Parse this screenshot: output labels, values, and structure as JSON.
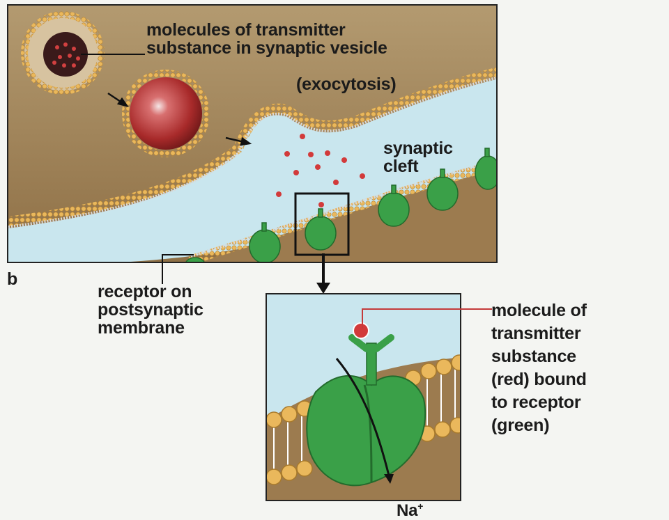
{
  "panel_letter": "b",
  "labels": {
    "vesicle_content": "molecules of transmitter\nsubstance in synaptic vesicle",
    "exocytosis": "(exocytosis)",
    "synaptic_cleft": "synaptic\ncleft",
    "receptor": "receptor on\npostsynaptic\nmembrane",
    "bound_molecule": "molecule of\ntransmitter\nsubstance\n(red) bound\nto receptor\n(green)",
    "ion": "Na"
  },
  "colors": {
    "cytoplasm": "#a98c63",
    "cleft": "#c9e6ee",
    "membrane_head": "#e8b35a",
    "receptor": "#3aa048",
    "transmitter": "#d23a3a"
  }
}
